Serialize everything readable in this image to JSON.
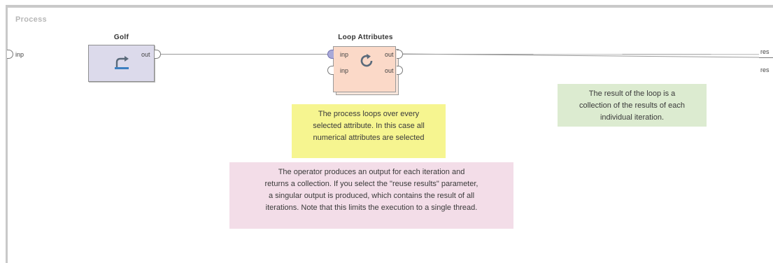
{
  "process": {
    "label": "Process"
  },
  "left_port": {
    "label": "inp"
  },
  "right_ports": [
    {
      "label": "res"
    },
    {
      "label": "res"
    }
  ],
  "operators": {
    "golf": {
      "title": "Golf",
      "icon": "retrieve-arrow-icon",
      "out_port": "out"
    },
    "loop": {
      "title": "Loop Attributes",
      "icon": "loop-refresh-icon",
      "in_ports": [
        "inp",
        "inp"
      ],
      "out_ports": [
        "out",
        "out"
      ]
    }
  },
  "notes": {
    "yellow": {
      "lines": [
        "The process loops over every",
        "selected attribute. In this case all",
        "numerical attributes are selected"
      ],
      "color": "#f6f590"
    },
    "green": {
      "lines": [
        "The result of the loop is a",
        "collection of the results of each",
        "individual iteration."
      ],
      "color": "#dcebd0"
    },
    "pink": {
      "lines": [
        "The operator produces an output for each iteration and",
        "returns a collection. If you select the \"reuse results\" parameter,",
        "a singular output is produced, which contains the result of all",
        "iterations. Note that this limits the execution to a single thread."
      ],
      "color": "#f3dde8"
    }
  },
  "colors": {
    "golf_operator": "#dcdaeb",
    "loop_operator": "#fbd9c8",
    "wire": "#9a9a9a",
    "icon_blue": "#3c7fc1",
    "icon_gray": "#5a6a7a"
  }
}
